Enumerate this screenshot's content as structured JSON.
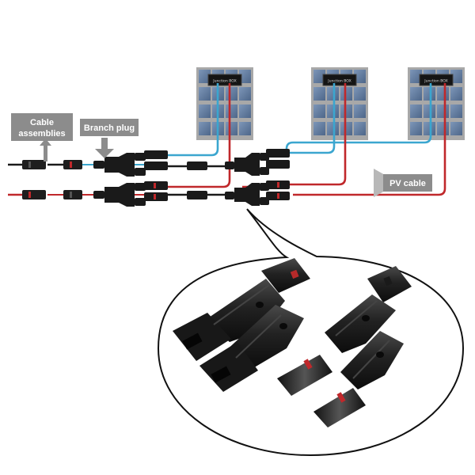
{
  "labels": {
    "cable_assemblies_line1": "Cable",
    "cable_assemblies_line2": "assemblies",
    "branch_plug": "Branch plug",
    "pv_cable": "PV cable"
  },
  "panels": [
    {
      "junction_box_text": "Junction BOX"
    },
    {
      "junction_box_text": "Junction BOX"
    },
    {
      "junction_box_text": "Junction BOX"
    }
  ],
  "colors": {
    "positive_wire": "#c0282b",
    "negative_wire": "#3ba6cf",
    "label_box": "#8a8a8a",
    "panel_frame": "#9a9a9a",
    "panel_cell": "#5e7a9e",
    "connector": "#1c1c1c"
  }
}
